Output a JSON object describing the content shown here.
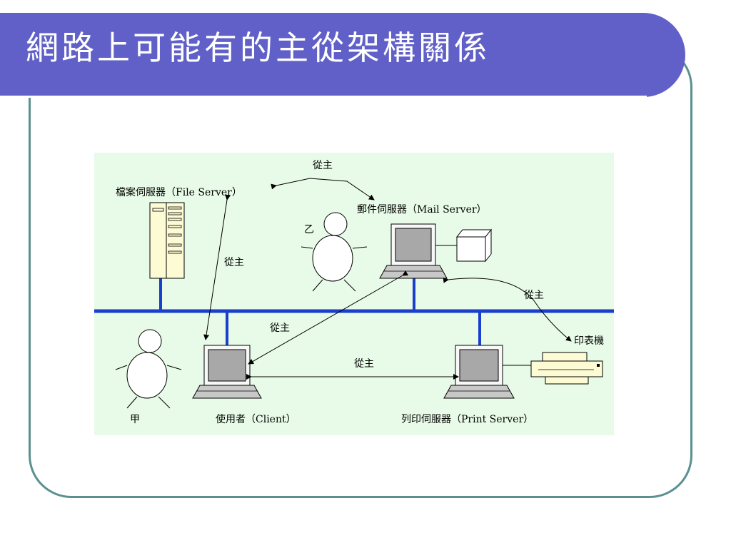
{
  "slide": {
    "title": "網路上可能有的主從架構關係"
  },
  "diagram": {
    "background": "#e8fbe8",
    "network_color": "#1a3fcc",
    "nodes": {
      "file_server": "檔案伺服器（File Server）",
      "mail_server": "郵件伺服器（Mail Server）",
      "client": "使用者（Client）",
      "print_server": "列印伺服器（Print Server）",
      "printer": "印表機",
      "person_a": "甲",
      "person_b": "乙"
    },
    "relations": {
      "file_mail": "從主",
      "file_client": "從主",
      "mail_client": "從主",
      "mail_printer": "從主",
      "client_print": "從主"
    }
  }
}
